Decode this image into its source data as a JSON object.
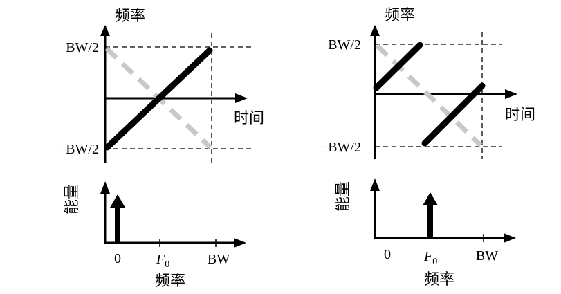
{
  "labels": {
    "freq_axis": "频率",
    "time_axis": "时间",
    "energy_axis": "能量",
    "bw_half_pos": "BW/2",
    "bw_half_neg": "−BW/2",
    "zero": "0",
    "f0_base": "F",
    "f0_sub": "0",
    "bw": "BW"
  },
  "diagrams": [
    {
      "id": "left",
      "chirp": "unmodulated upchirp",
      "spectrum_peak": "0"
    },
    {
      "id": "right",
      "chirp": "cyclically shifted upchirp",
      "spectrum_peak": "F0"
    }
  ],
  "colors": {
    "line": "#000000",
    "reference_downchirp": "#c8c8c8"
  }
}
